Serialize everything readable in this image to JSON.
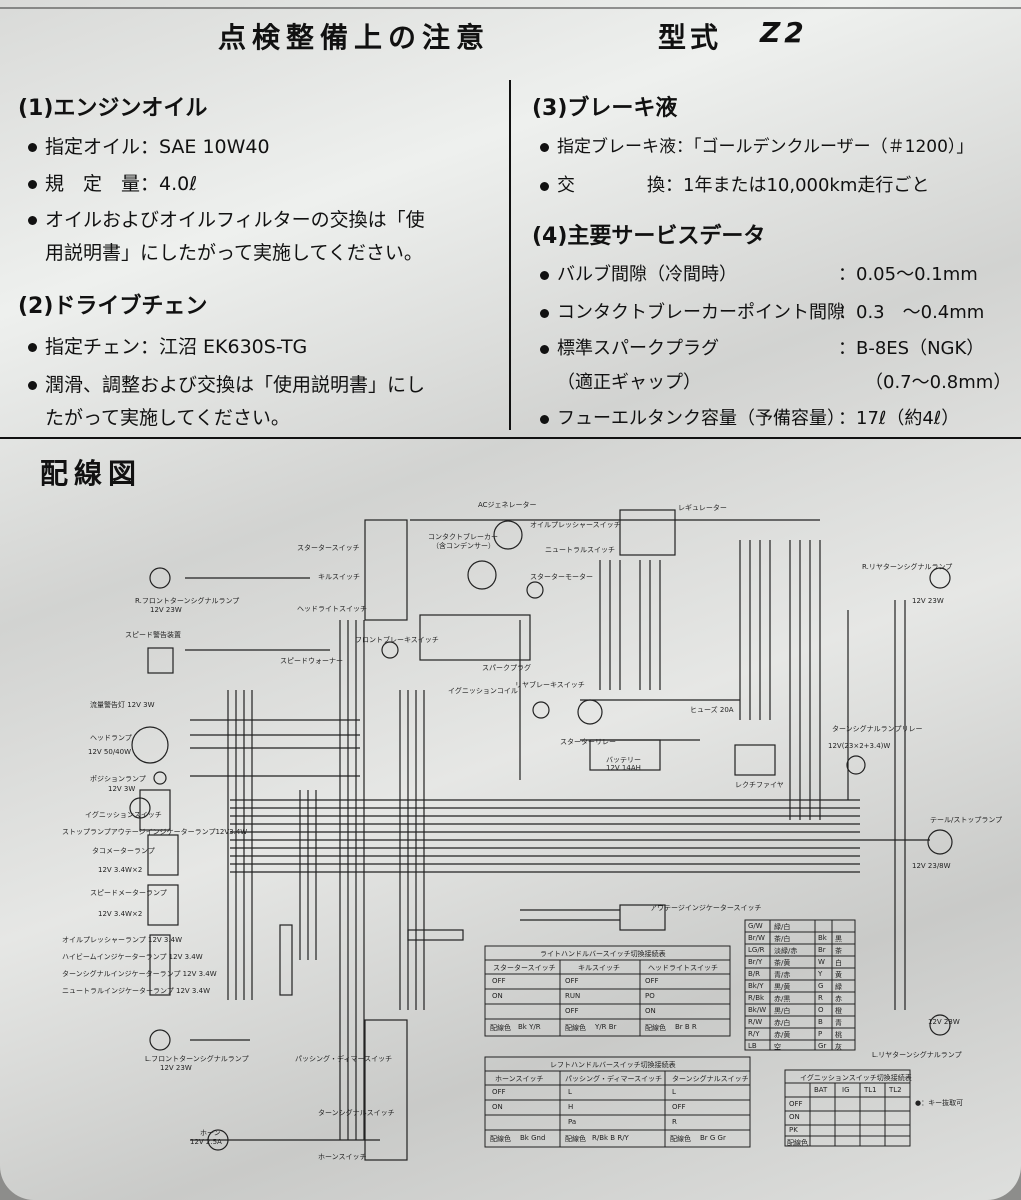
{
  "header": {
    "title": "点検整備上の注意",
    "model_label": "型式",
    "model": "Z2"
  },
  "sections": {
    "engine_oil": {
      "heading": "(1)エンジンオイル",
      "items": [
        "指定オイル：SAE 10W40",
        "規　定　量：4.0ℓ",
        "オイルおよびオイルフィルターの交換は「使",
        "用説明書」にしたがって実施してください。"
      ]
    },
    "drive_chain": {
      "heading": "(2)ドライブチェン",
      "items": [
        "指定チェン：江沼 EK630S-TG",
        "潤滑、調整および交換は「使用説明書」にし",
        "たがって実施してください。"
      ]
    },
    "brake_fluid": {
      "heading": "(3)ブレーキ液",
      "items": [
        "指定ブレーキ液：「ゴールデンクルーザー（＃1200）」",
        "交　　　　換：1年または10,000km走行ごと"
      ]
    },
    "service_data": {
      "heading": "(4)主要サービスデータ",
      "rows": [
        {
          "label": "バルブ間隙（冷間時）",
          "value": "：0.05～0.1mm"
        },
        {
          "label": "コンタクトブレーカーポイント間隙",
          "value": "：0.3　～0.4mm"
        },
        {
          "label": "標準スパークプラグ",
          "value": "：B-8ES（NGK）"
        },
        {
          "label": "（適正ギャップ）",
          "value": "（0.7～0.8mm）"
        },
        {
          "label": "フューエルタンク容量（予備容量）",
          "value": "：17ℓ（約4ℓ）"
        }
      ]
    }
  },
  "diagram": {
    "heading": "配線図",
    "labels": {
      "ac_gen": "ACジェネレーター",
      "regulator": "レギュレーター",
      "oil_sw": "オイルプレッシャースイッチ",
      "neutral_sw": "ニュートラルスイッチ",
      "contact_breaker": "コンタクトブレーカー",
      "condenser": "（含コンデンサー）",
      "starter_motor": "スターターモーター",
      "starter_sw": "スタータースイッチ",
      "kill_sw": "キルスイッチ",
      "head_sw": "ヘッドライトスイッチ",
      "r_front_turn": "R.フロントターンシグナルランプ",
      "r_front_spec": "12V 23W",
      "speed_warn": "スピード警告装置",
      "speed_warner": "スピードウォーナー",
      "front_brake_sw": "フロントブレーキスイッチ",
      "spark_plug": "スパークプラグ",
      "ign_coil": "イグニッションコイル",
      "rear_brake_sw": "リヤブレーキスイッチ",
      "fuse": "ヒューズ 20A",
      "starter_relay": "スターターリレー",
      "battery": "バッテリー",
      "battery_spec": "12V 14AH",
      "rectifier": "レクチファイヤ",
      "flow_warn": "流量警告灯 12V 3W",
      "headlamp": "ヘッドランプ",
      "headlamp_spec": "12V 50/40W",
      "pos_lamp": "ポジションランプ",
      "pos_spec": "12V 3W",
      "ign_sw": "イグニッションスイッチ",
      "stop_lamp_ind": "ストップランプアウテージインジケーターランプ12V3.4W",
      "tacho_lamp": "タコメーターランプ",
      "tacho_spec": "12V 3.4W×2",
      "speedo_lamp": "スピードメーターランプ",
      "speedo_spec": "12V 3.4W×2",
      "oil_ind": "オイルプレッシャーランプ 12V 3.4W",
      "hibeam_ind": "ハイビームインジケーターランプ 12V 3.4W",
      "turn_ind": "ターンシグナルインジケーターランプ 12V 3.4W",
      "neutral_ind": "ニュートラルインジケーターランプ 12V 3.4W",
      "l_front_turn": "L.フロントターンシグナルランプ",
      "l_front_spec": "12V 23W",
      "horn": "ホーン",
      "horn_spec": "12V 2.5A",
      "passing_sw": "パッシング・ディマースイッチ",
      "turn_sw": "ターンシグナルスイッチ",
      "horn_sw": "ホーンスイッチ",
      "outage_sw": "アウテージインジケータースイッチ",
      "r_rear_turn": "R.リヤターンシグナルランプ",
      "r_rear_spec": "12V 23W",
      "turn_relay": "ターンシグナルランプリレー",
      "turn_relay_spec": "12V(23×2+3.4)W",
      "tail_lamp": "テール/ストップランプ",
      "tail_spec": "12V 23/8W",
      "l_rear_turn": "L.リヤターンシグナルランプ",
      "l_rear_spec": "12V 23W"
    },
    "right_switch_table": {
      "title": "ライトハンドルバースイッチ切換接続表",
      "headers": [
        "スタータースイッチ",
        "キルスイッチ",
        "ヘッドライトスイッチ"
      ],
      "rows": [
        [
          "OFF",
          "",
          "OFF",
          "",
          "OFF",
          ""
        ],
        [
          "ON",
          "",
          "RUN",
          "",
          "PO",
          ""
        ],
        [
          "",
          "",
          "OFF",
          "",
          "ON",
          ""
        ],
        [
          "配線色",
          "Bk Y/R",
          "配線色",
          "Y/R Br",
          "配線色",
          "Br B R"
        ]
      ]
    },
    "left_switch_table": {
      "title": "レフトハンドルバースイッチ切換接続表",
      "headers": [
        "ホーンスイッチ",
        "パッシング・ディマースイッチ",
        "ターンシグナルスイッチ"
      ],
      "rows": [
        [
          "OFF",
          "",
          "L",
          "",
          "L",
          ""
        ],
        [
          "ON",
          "",
          "H",
          "",
          "OFF",
          ""
        ],
        [
          "",
          "",
          "Pa",
          "",
          "R",
          ""
        ],
        [
          "配線色",
          "Bk Gnd",
          "配線色",
          "R/Bk B R/Y",
          "配線色",
          "Br G Gr"
        ]
      ]
    },
    "color_table": {
      "rows": [
        [
          "G/W",
          "緑/白"
        ],
        [
          "Br/W",
          "茶/白",
          "Bk",
          "黒"
        ],
        [
          "LG/R",
          "淡緑/赤",
          "Br",
          "茶"
        ],
        [
          "Br/Y",
          "茶/黄",
          "W",
          "白"
        ],
        [
          "B/R",
          "青/赤",
          "Y",
          "黄"
        ],
        [
          "Bk/Y",
          "黒/黄",
          "G",
          "緑"
        ],
        [
          "R/Bk",
          "赤/黒",
          "R",
          "赤"
        ],
        [
          "Bk/W",
          "黒/白",
          "O",
          "橙"
        ],
        [
          "R/W",
          "赤/白",
          "B",
          "青"
        ],
        [
          "R/Y",
          "赤/黄",
          "P",
          "桃"
        ],
        [
          "LB",
          "空",
          "Gr",
          "灰"
        ]
      ]
    },
    "ign_table": {
      "title": "イグニッションスイッチ切換接続表",
      "headers": [
        "BAT",
        "IG",
        "TL1",
        "TL2"
      ],
      "rows": [
        "OFF",
        "ON",
        "PK",
        "配線色"
      ],
      "note": "●：キー抜取可"
    }
  }
}
